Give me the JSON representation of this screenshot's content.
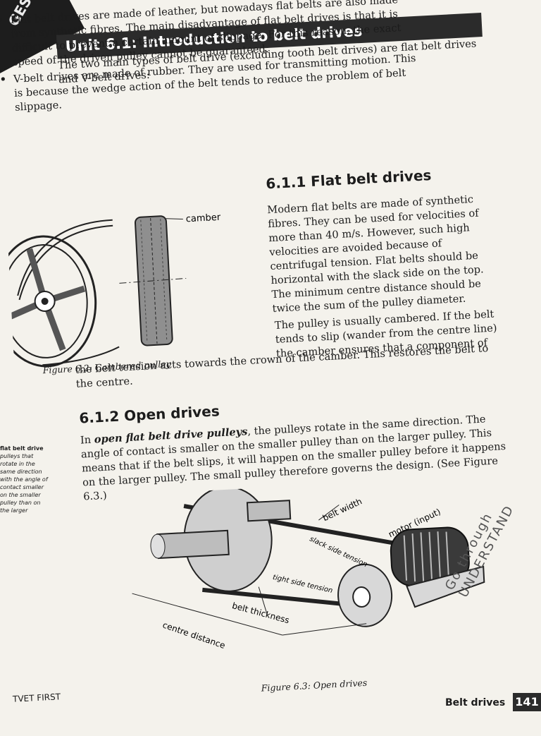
{
  "corner": {
    "text": "GES"
  },
  "unit": {
    "title": "Unit 6.1: Introduction to belt drives"
  },
  "intro": "The two main types of belt drive (excluding tooth belt drives) are flat belt drives and V-belt drives:",
  "bullets": [
    "Flat belt drives are made of leather, but nowadays flat belts are also made from synthetic fibres. The main disadvantage of flat belt drives is that it is difficult to prevent a certain amount of slippage. For this reason, the exact speed of the driven pulley cannot be guaranteed.",
    "V-belt drives are made of rubber. They are used for transmitting motion. This is because the wedge action of the belt tends to reduce the problem of belt slippage."
  ],
  "section1": {
    "heading": "6.1.1 Flat belt drives",
    "p1": "Modern flat belts are made of synthetic fibres. They can be used for velocities of more than 40 m/s. However, such high velocities are avoided because of centrifugal tension. Flat belts should be horizontal with the slack side on the top. The minimum centre distance should be twice the sum of the pulley diameter.",
    "p2": "The pulley is usually cambered. If the belt tends to slip (wander from the centre line) the camber ensures that a component of",
    "p2_cont": "the belt tension acts towards the crown of the camber. This restores the belt to the centre."
  },
  "figure62": {
    "caption": "Figure 6.2: Cambered pulley",
    "label_camber": "camber"
  },
  "section2": {
    "heading": "6.1.2 Open drives",
    "p_em": "open flat belt drive pulleys",
    "p_pre": "In ",
    "p_post": ", the pulleys rotate in the same direction. The angle of contact is smaller on the smaller pulley than on the larger pulley. This means that if the belt slips, it will happen on the smaller pulley before it happens on the larger pulley. The small pulley therefore governs the design. (See Figure 6.3.)"
  },
  "margin_note": {
    "term": "flat belt drive",
    "text": "pulleys that rotate in the same direction with the angle of contact smaller on the smaller pulley than on the larger"
  },
  "figure63": {
    "caption": "Figure 6.3: Open drives",
    "labels": {
      "belt_width": "belt width",
      "slack_side": "slack side tension",
      "tight_side": "tight side tension",
      "motor": "motor (input)",
      "belt_thickness": "belt thickness",
      "centre_distance": "centre distance"
    }
  },
  "handwriting": {
    "line1": "Go through",
    "line2": "UNDERSTAND"
  },
  "footer": {
    "left": "TVET FIRST",
    "chapter": "Belt drives",
    "page": "141"
  }
}
